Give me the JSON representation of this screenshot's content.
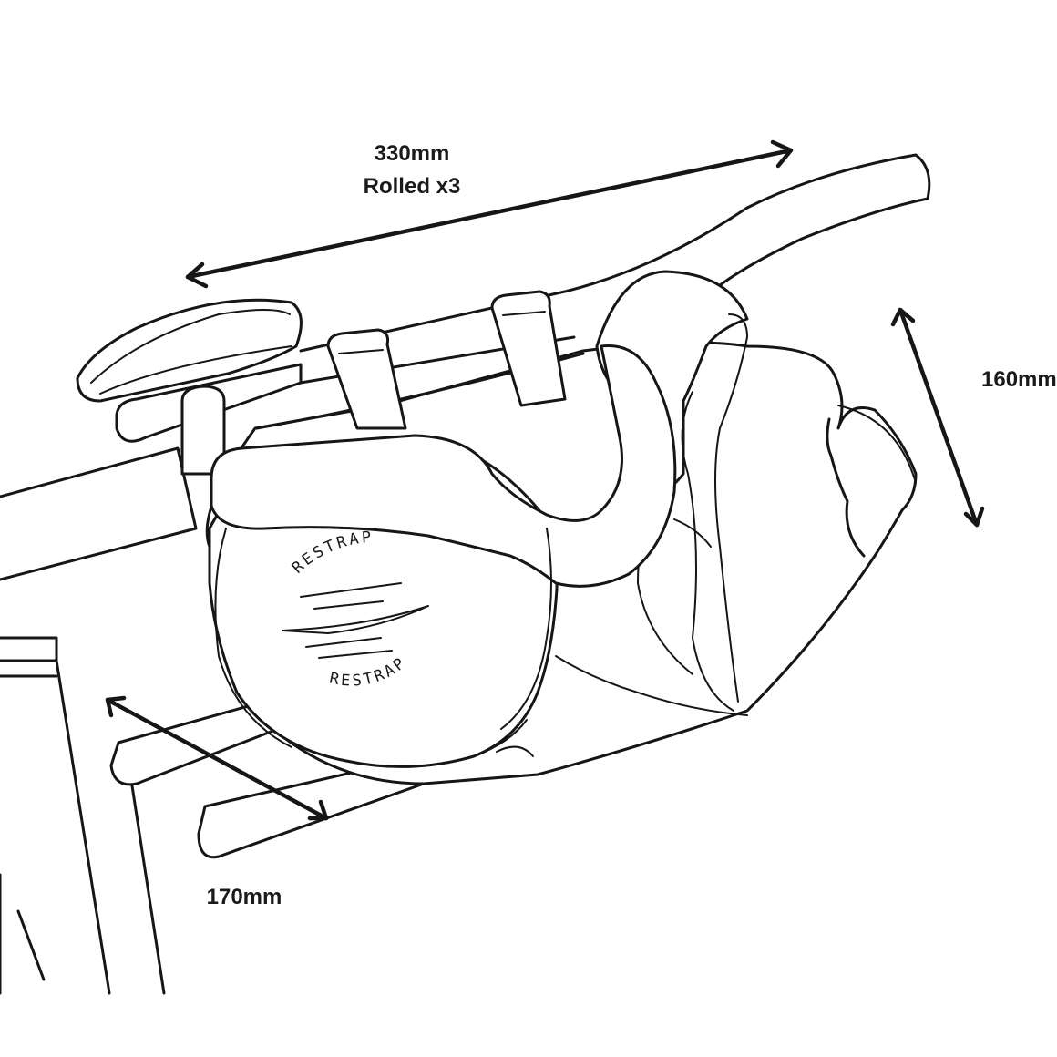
{
  "dimensions": {
    "length_label": "330mm",
    "length_note": "Rolled x3",
    "height_label": "160mm",
    "depth_label": "170mm"
  },
  "logo": {
    "text_top": "RESTRAP",
    "text_bottom": "RESTRAP"
  }
}
